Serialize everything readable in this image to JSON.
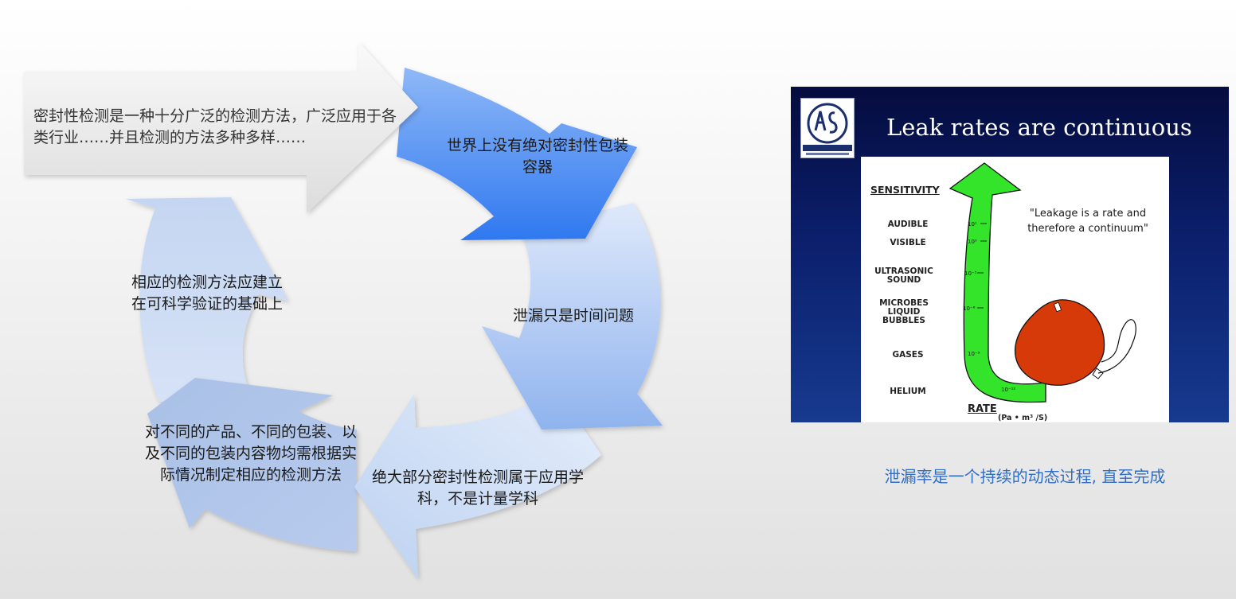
{
  "cycle": {
    "steps": [
      "密封性检测是一种十分广泛的检测方法，广泛应用于各类行业……并且检测的方法多种多样……",
      "世界上没有绝对密封性包装容器",
      "泄漏只是时间问题",
      "绝大部分密封性检测属于应用学科，不是计量学科",
      "对不同的产品、不同的包装、以及不同的包装内容物均需根据实际情况制定相应的检测方法",
      "相应的检测方法应建立在可科学验证的基础上"
    ],
    "colors": {
      "arrow_white": "#f4f4f4",
      "arrow_blue_strong": "#3b84f2",
      "arrow_blue_light": "#c6d9f5",
      "arrow_blue_mid": "#9ab6e6"
    }
  },
  "slide": {
    "title": "Leak rates are continuous",
    "logo_icon": "astm-international-logo",
    "sensitivity_label": "SENSITIVITY",
    "levels": [
      "AUDIBLE",
      "VISIBLE",
      "ULTRASONIC SOUND",
      "MICROBES LIQUID BUBBLES",
      "GASES",
      "HELIUM"
    ],
    "arrow_ticks": [
      "10¹",
      "10⁰",
      "10⁻³",
      "10⁻⁶",
      "10⁻⁹",
      "10⁻¹²"
    ],
    "quote": "\"Leakage is a rate and therefore a continuum\"",
    "rate_label": "RATE",
    "rate_unit": "(Pa • m³ /S)",
    "colors": {
      "background_top": "#050c3e",
      "background_bottom": "#173a8f",
      "arrow": "#33e42b",
      "balloon": "#d63a08"
    }
  },
  "caption": "泄漏率是一个持续的动态过程, 直至完成"
}
